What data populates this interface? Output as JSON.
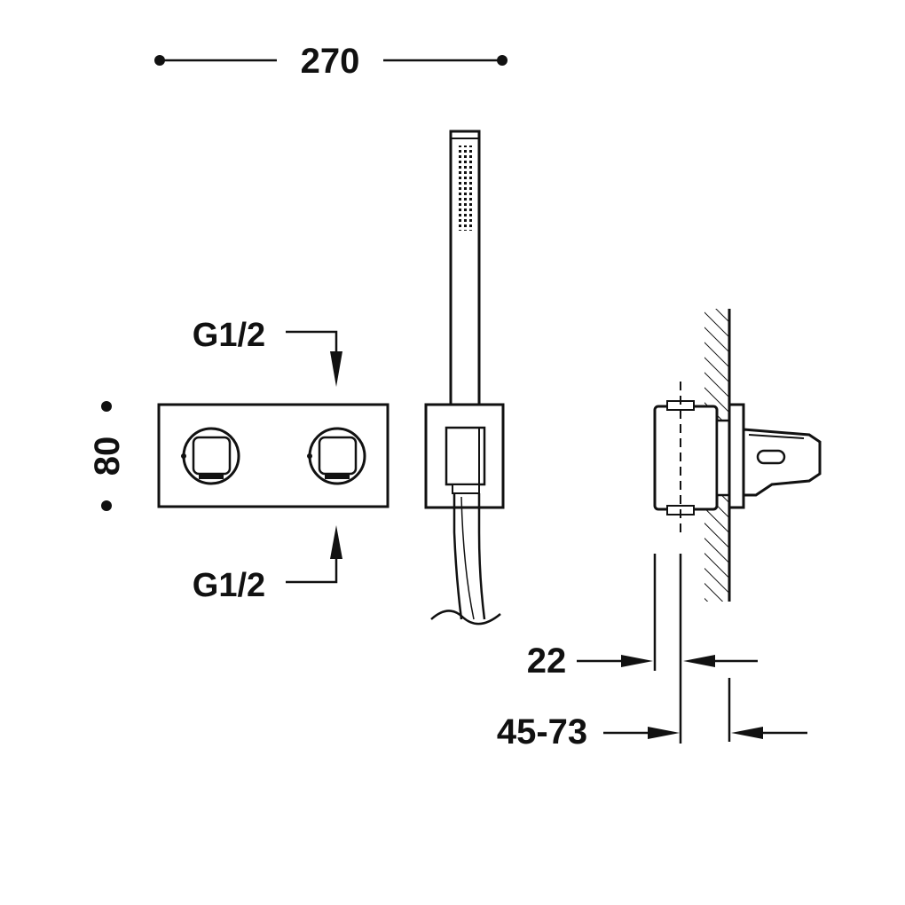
{
  "dimensions": {
    "width_label": "270",
    "height_label": "80",
    "inlet_top_label": "G1/2",
    "inlet_bottom_label": "G1/2",
    "depth_label": "22",
    "wall_range_label": "45-73"
  },
  "colors": {
    "line": "#111111",
    "background": "#ffffff"
  }
}
